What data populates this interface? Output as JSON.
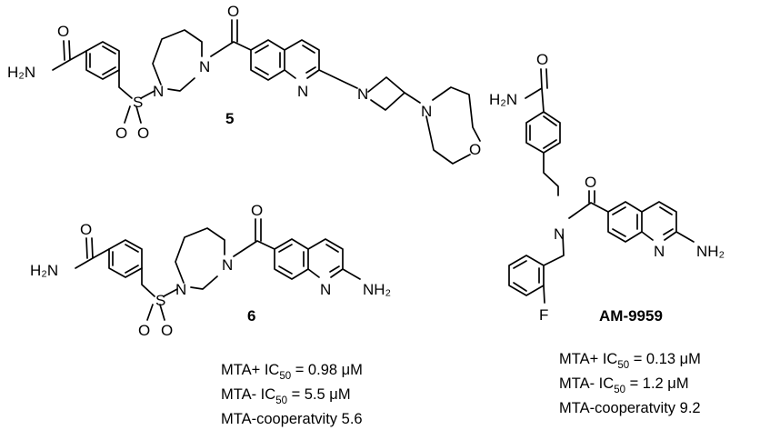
{
  "compounds": [
    {
      "label": "5",
      "atoms": {
        "amide_N": "H₂N",
        "amide_O": "O",
        "diazepane_N1": "N",
        "diazepane_N4": "N",
        "carbonyl_O": "O",
        "sulfonyl_S": "S",
        "sulfonyl_O1": "O",
        "sulfonyl_O2": "O",
        "quinoline_N": "N",
        "azetidine_N": "N",
        "morpholine_N": "N",
        "morpholine_O": "O"
      }
    },
    {
      "label": "6",
      "atoms": {
        "amide_N": "H₂N",
        "amide_O": "O",
        "diazepane_N1": "N",
        "diazepane_N4": "N",
        "carbonyl_O": "O",
        "sulfonyl_S": "S",
        "sulfonyl_O1": "O",
        "sulfonyl_O2": "O",
        "quinoline_N": "N",
        "amino": "NH₂"
      },
      "mta_plus": {
        "prefix": "MTA+ IC",
        "sub": "50",
        "value": " = 0.98 μM"
      },
      "mta_minus": {
        "prefix": "MTA-  IC",
        "sub": "50",
        "value": " = 5.5 μM"
      },
      "cooperativity": "MTA-cooperatvity 5.6"
    },
    {
      "label": "AM-9959",
      "atoms": {
        "amide_N": "H₂N",
        "amide_O": "O",
        "amide_N_central": "N",
        "carbonyl_O": "O",
        "quinoline_N": "N",
        "amino": "NH₂",
        "fluoro": "F"
      },
      "mta_plus": {
        "prefix": "MTA+ IC",
        "sub": "50",
        "value": " = 0.13 μM"
      },
      "mta_minus": {
        "prefix": "MTA- IC",
        "sub": "50",
        "value": " = 1.2 μM"
      },
      "cooperativity": "MTA-cooperatvity 9.2"
    }
  ]
}
